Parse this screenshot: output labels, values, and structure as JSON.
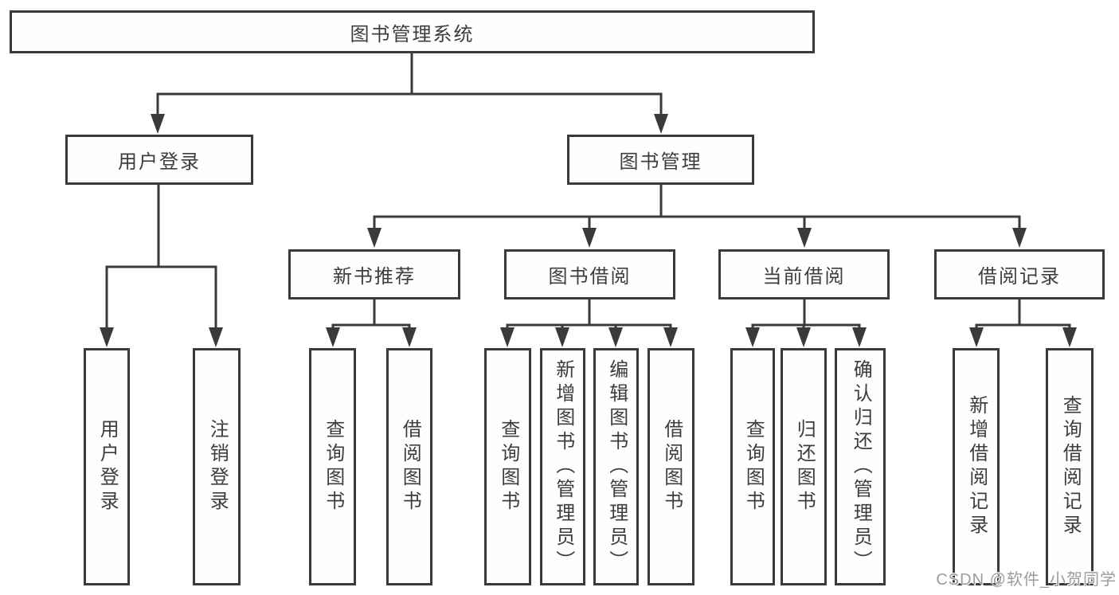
{
  "colors": {
    "line": "#3a3a3a",
    "box_border": "#3a3a3a",
    "box_fill": "#fefefe",
    "text": "#3d3d3d",
    "watermark": "#9b9b9b",
    "background": "#ffffff"
  },
  "tree": {
    "root": {
      "label": "图书管理系统"
    },
    "children": [
      {
        "label": "用户登录",
        "leaves": [
          "用户登录",
          "注销登录"
        ]
      },
      {
        "label": "图书管理",
        "children": [
          {
            "label": "新书推荐",
            "leaves": [
              "查询图书",
              "借阅图书"
            ]
          },
          {
            "label": "图书借阅",
            "leaves": [
              "查询图书",
              "新增图书（管理员）",
              "编辑图书（管理员）",
              "借阅图书"
            ]
          },
          {
            "label": "当前借阅",
            "leaves": [
              "查询图书",
              "归还图书",
              "确认归还（管理员）"
            ]
          },
          {
            "label": "借阅记录",
            "leaves": [
              "新增借阅记录",
              "查询借阅记录"
            ]
          }
        ]
      }
    ]
  },
  "watermark": {
    "text": "CSDN @软件_小贺同学"
  }
}
